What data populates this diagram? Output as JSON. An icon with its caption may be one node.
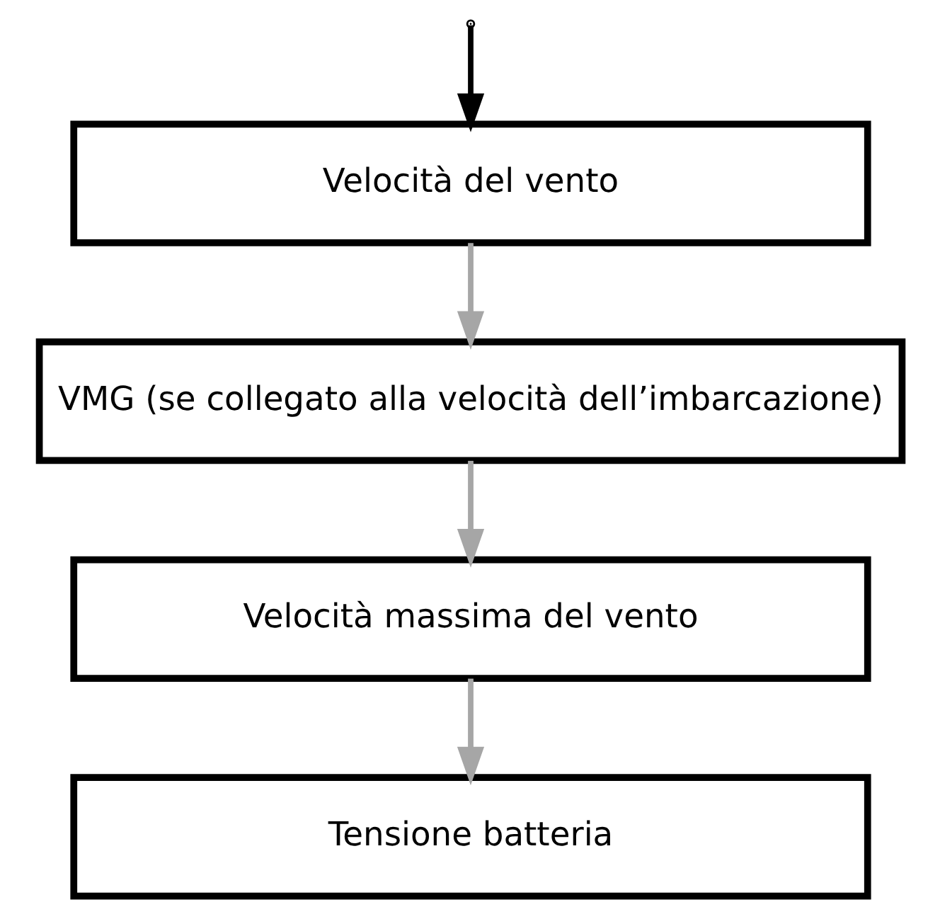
{
  "diagram": {
    "nodes": [
      {
        "text": [
          "Velocità del vento"
        ]
      },
      {
        "text": [
          "VMG (se collegato alla velocità dell’imbarcazione)"
        ]
      },
      {
        "text": [
          "Velocità massima del vento"
        ]
      },
      {
        "text": [
          "Tensione batteria"
        ]
      }
    ],
    "edges": [
      {
        "from": null,
        "to": 0,
        "arrow": "to",
        "color": "#000000"
      },
      {
        "from": 0,
        "to": 1,
        "arrow": "to"
      },
      {
        "from": 1,
        "to": 2,
        "arrow": "to"
      },
      {
        "from": 2,
        "to": 3,
        "arrow": "to"
      }
    ]
  }
}
